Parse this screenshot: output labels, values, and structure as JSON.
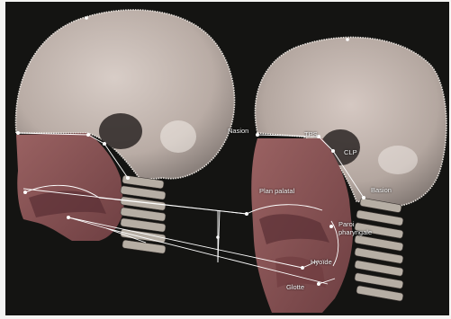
{
  "labels": {
    "nasion": "Nasion",
    "tps": "TPS",
    "clp": "CLP",
    "basion": "Basion",
    "plan_palatal": "Plan palatal",
    "paroi_pharyngale_line1": "Paroi",
    "paroi_pharyngale_line2": "pharyngale",
    "hyoide": "Hyoïde",
    "glotte": "Glotte"
  },
  "colors": {
    "background": "#141412",
    "skull": "#cbbfb9",
    "tissue": "#8f5656",
    "vertebrae": "#b6aea4",
    "annotation": "#ffffff"
  }
}
